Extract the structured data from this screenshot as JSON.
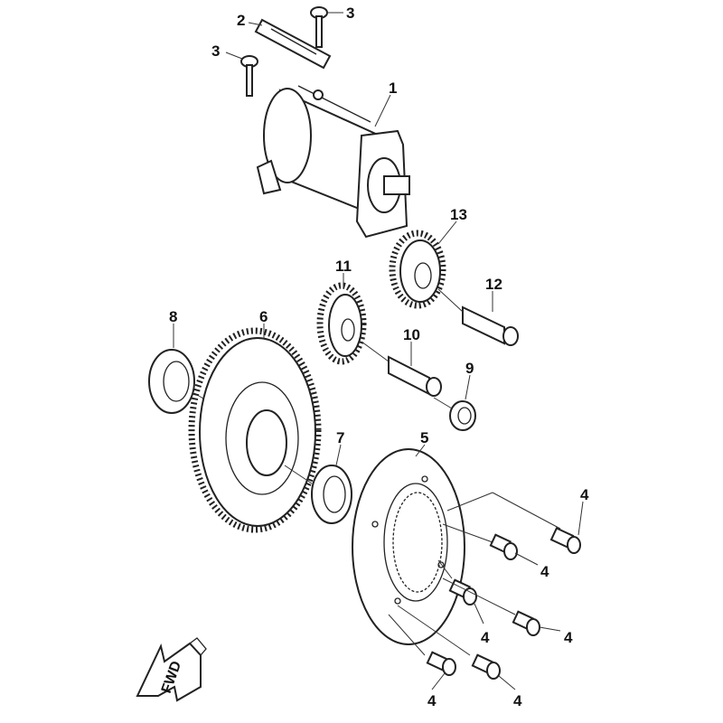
{
  "diagram": {
    "callouts": [
      {
        "id": "starter-motor",
        "number": "1"
      },
      {
        "id": "plate",
        "number": "2"
      },
      {
        "id": "bolt-a",
        "number": "3"
      },
      {
        "id": "bolt-b",
        "number": "3"
      },
      {
        "id": "reduction-gear-13",
        "number": "13"
      },
      {
        "id": "idle-gear-11",
        "number": "11"
      },
      {
        "id": "shaft-12",
        "number": "12"
      },
      {
        "id": "oil-seal",
        "number": "8"
      },
      {
        "id": "driven-gear",
        "number": "6"
      },
      {
        "id": "shaft-10",
        "number": "10"
      },
      {
        "id": "bushing",
        "number": "9"
      },
      {
        "id": "needle-bearing",
        "number": "7"
      },
      {
        "id": "one-way-clutch",
        "number": "5"
      },
      {
        "id": "bolt-4a",
        "number": "4"
      },
      {
        "id": "bolt-4b",
        "number": "4"
      },
      {
        "id": "bolt-4c",
        "number": "4"
      },
      {
        "id": "bolt-4d",
        "number": "4"
      },
      {
        "id": "bolt-4e",
        "number": "4"
      },
      {
        "id": "bolt-4f",
        "number": "4"
      }
    ],
    "direction_label": "FWD"
  }
}
